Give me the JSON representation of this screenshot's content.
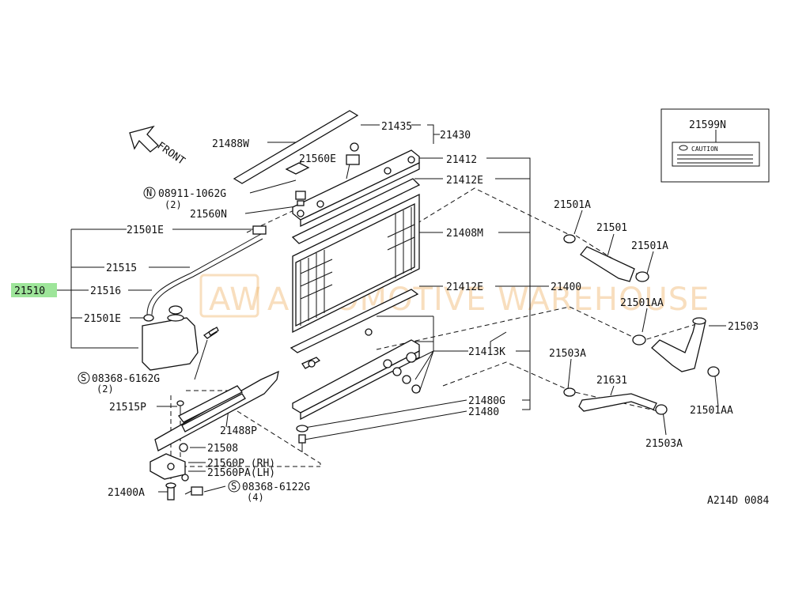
{
  "watermark": {
    "logo": "AW",
    "text": "AUTOMOTIVE WAREHOUSE"
  },
  "front_label": "FRONT",
  "diagram_code": "A214D 0084",
  "highlighted_part": "21510",
  "caution": {
    "part": "21599N",
    "text": "CAUTION"
  },
  "labels": {
    "p21488W": "21488W",
    "p21435": "21435",
    "p21430": "21430",
    "p21412": "21412",
    "p21560E": "21560E",
    "p21412E_top": "21412E",
    "n_circle": "N",
    "p08911": "08911-1062G",
    "p08911_qty": "(2)",
    "p21560N": "21560N",
    "p21501E_top": "21501E",
    "p21408M": "21408M",
    "p21515": "21515",
    "p21516": "21516",
    "p21412E_mid": "21412E",
    "p21400": "21400",
    "p21501E_low": "21501E",
    "p21413K": "21413K",
    "s_circle1": "S",
    "p08368_6162G": "08368-6162G",
    "p08368_6162G_qty": "(2)",
    "p21480G": "21480G",
    "p21480": "21480",
    "p21515P": "21515P",
    "p21488P": "21488P",
    "p21508": "21508",
    "p21560P": "21560P (RH)",
    "p21560PA": "21560PA(LH)",
    "s_circle2": "S",
    "p08368_6122G": "08368-6122G",
    "p08368_6122G_qty": "(4)",
    "p21400A": "21400A",
    "p21501A_1": "21501A",
    "p21501": "21501",
    "p21501A_2": "21501A",
    "p21501AA_1": "21501AA",
    "p21503": "21503",
    "p21503A_1": "21503A",
    "p21631": "21631",
    "p21501AA_2": "21501AA",
    "p21503A_2": "21503A"
  }
}
